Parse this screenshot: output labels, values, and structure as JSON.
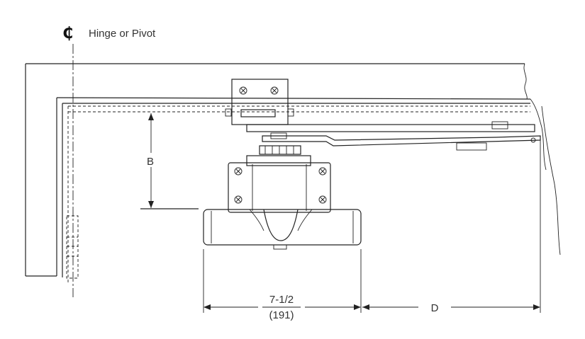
{
  "centerline": {
    "symbol": "₵",
    "label": "Hinge or Pivot"
  },
  "dimensions": {
    "b": "B",
    "width": "7-1/2",
    "width_metric": "(191)",
    "d": "D"
  }
}
